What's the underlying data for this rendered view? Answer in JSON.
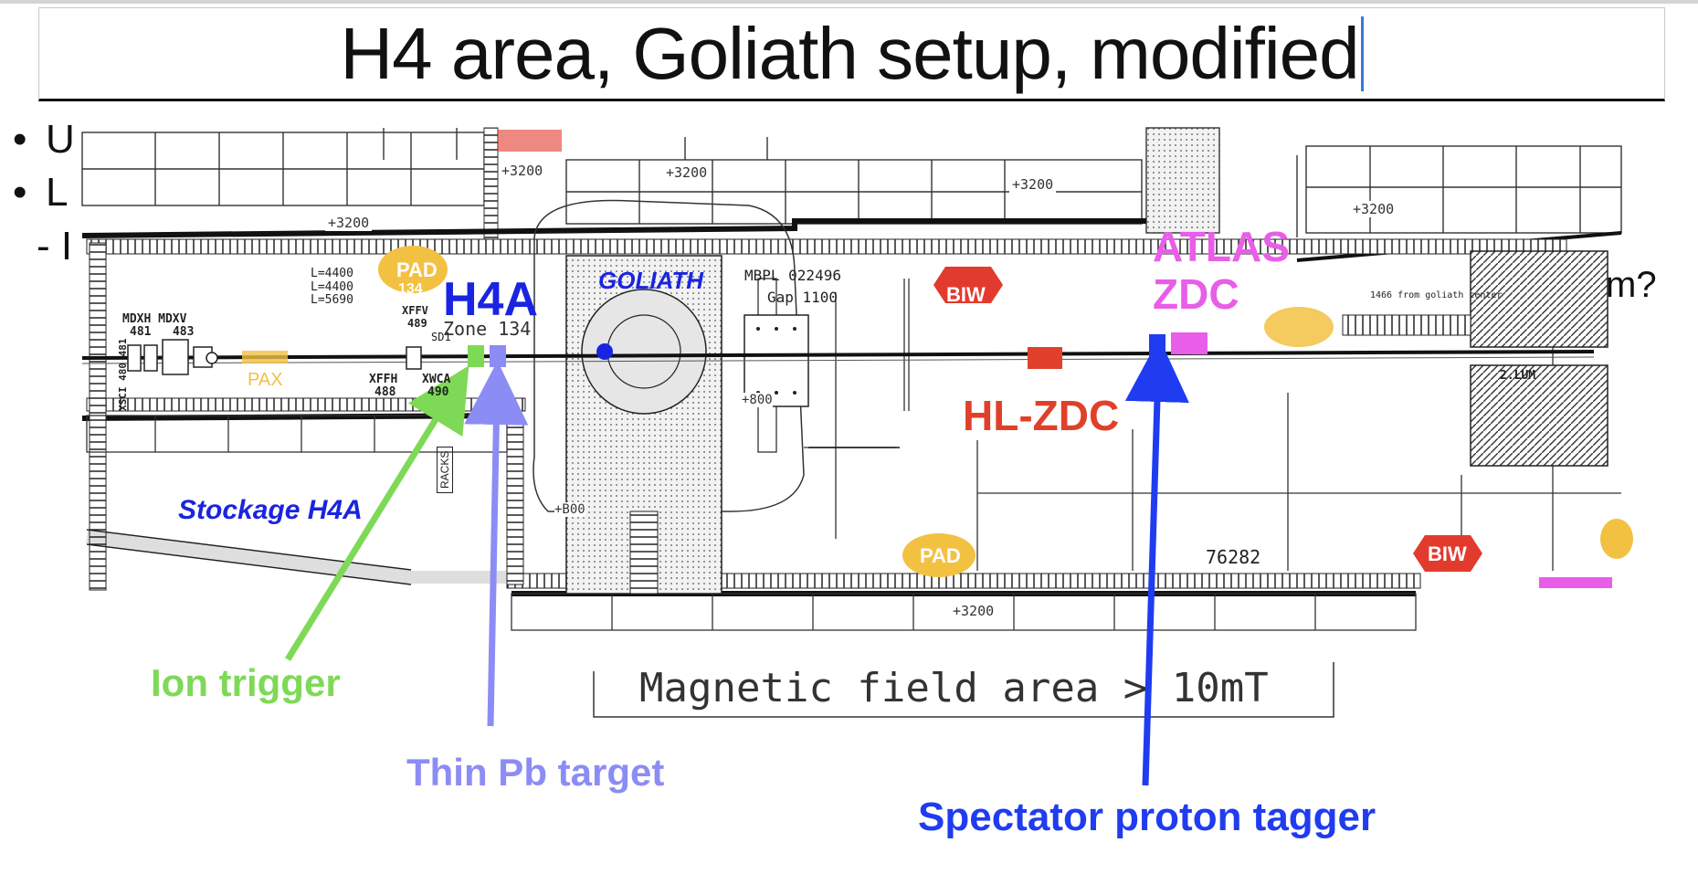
{
  "slide": {
    "title": "H4 area, Goliath setup, modified",
    "bullets": [
      {
        "marker": "•",
        "text": "U"
      },
      {
        "marker": "•",
        "text": "L"
      },
      {
        "marker": "- I",
        "text": ""
      }
    ],
    "bullet_tail": "m?"
  },
  "plan": {
    "zone_name": "H4A",
    "zone_sub": "Zone 134",
    "goliath": "GOLIATH",
    "stockage": "Stockage H4A",
    "racks": "RACKS",
    "mbpl": "MBPL 022496",
    "gap": "Gap 1100",
    "pax": "PAX",
    "pad": "PAD",
    "pad_num": "134",
    "biw": "BIW",
    "number_76282": "76282",
    "level_3200": "+3200",
    "level_800": "+800",
    "level_B00": "+B00",
    "l_values": [
      "L=4400",
      "L=4400",
      "L=5690"
    ],
    "mdxh": "MDXH MDXV",
    "mdxh_num": "481   483",
    "xffv": "XFFV",
    "xffv_num": "489",
    "sd1": "SD1",
    "xffh": "XFFH",
    "xffh_num": "488",
    "xwca": "XWCA",
    "xwca_num": "490",
    "xsci": "XSCI 480 481",
    "goliath_center": "1466 from goliath center",
    "lum": "2.LUM"
  },
  "annotations": {
    "atlas_zdc_line1": "ATLAS",
    "atlas_zdc_line2": "ZDC",
    "hl_zdc": "HL-ZDC",
    "magnetic_field": "Magnetic field area > 10mT",
    "ion_trigger": "Ion trigger",
    "thin_pb_target": "Thin Pb target",
    "spectator_tagger": "Spectator proton tagger"
  },
  "colors": {
    "ion_trigger": "#7ed957",
    "thin_pb_target": "#8c8cf5",
    "spectator_tagger": "#1f3cf0",
    "hl_zdc": "#e0402a",
    "atlas_zdc": "#e85ee8",
    "pad_badge": "#f3c142",
    "biw_badge": "#e23b2e",
    "zone_label": "#1a24e0",
    "caret": "#3a78d8"
  }
}
